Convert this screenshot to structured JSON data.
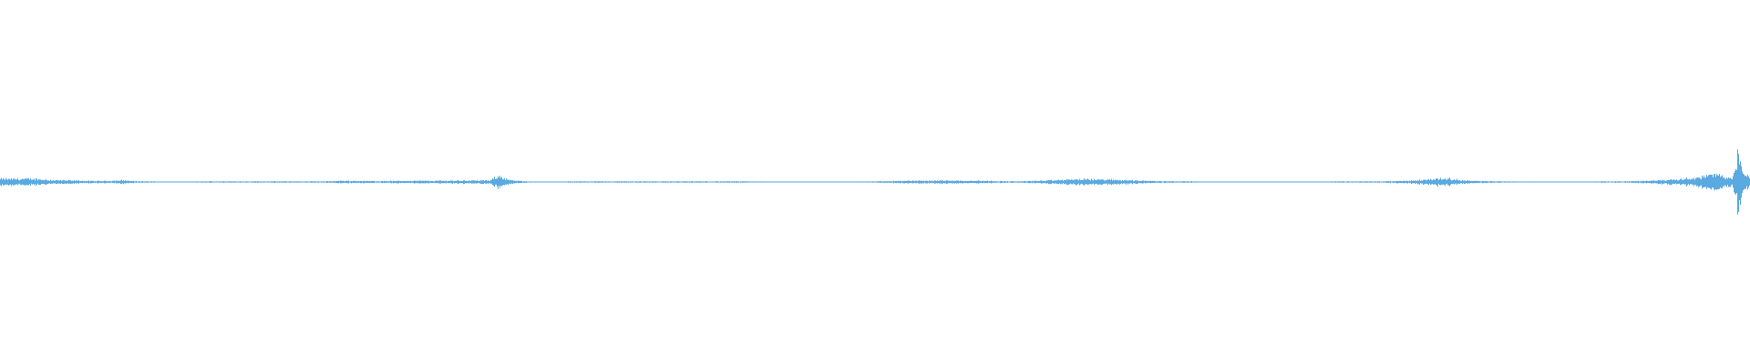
{
  "waveform": {
    "color": "#5aa9e0",
    "background": "#ffffff",
    "envelope": [
      [
        0.0,
        0.1
      ],
      [
        0.01,
        0.1
      ],
      [
        0.02,
        0.1
      ],
      [
        0.03,
        0.06
      ],
      [
        0.04,
        0.05
      ],
      [
        0.055,
        0.03
      ],
      [
        0.065,
        0.04
      ],
      [
        0.07,
        0.06
      ],
      [
        0.075,
        0.03
      ],
      [
        0.085,
        0.02
      ],
      [
        0.095,
        0.01
      ],
      [
        0.1,
        0.0
      ],
      [
        0.105,
        0.01
      ],
      [
        0.12,
        0.02
      ],
      [
        0.15,
        0.02
      ],
      [
        0.17,
        0.02
      ],
      [
        0.185,
        0.02
      ],
      [
        0.195,
        0.04
      ],
      [
        0.215,
        0.03
      ],
      [
        0.235,
        0.04
      ],
      [
        0.25,
        0.04
      ],
      [
        0.265,
        0.05
      ],
      [
        0.28,
        0.05
      ],
      [
        0.285,
        0.22
      ],
      [
        0.288,
        0.12
      ],
      [
        0.292,
        0.05
      ],
      [
        0.3,
        0.02
      ],
      [
        0.32,
        0.0
      ],
      [
        0.325,
        0.02
      ],
      [
        0.38,
        0.02
      ],
      [
        0.42,
        0.02
      ],
      [
        0.45,
        0.01
      ],
      [
        0.48,
        0.01
      ],
      [
        0.5,
        0.02
      ],
      [
        0.52,
        0.04
      ],
      [
        0.54,
        0.05
      ],
      [
        0.56,
        0.04
      ],
      [
        0.58,
        0.02
      ],
      [
        0.6,
        0.05
      ],
      [
        0.615,
        0.09
      ],
      [
        0.63,
        0.08
      ],
      [
        0.645,
        0.06
      ],
      [
        0.66,
        0.03
      ],
      [
        0.68,
        0.02
      ],
      [
        0.695,
        0.0
      ],
      [
        0.7,
        0.01
      ],
      [
        0.72,
        0.01
      ],
      [
        0.74,
        0.0
      ],
      [
        0.75,
        0.0
      ],
      [
        0.762,
        0.02
      ],
      [
        0.79,
        0.02
      ],
      [
        0.805,
        0.04
      ],
      [
        0.815,
        0.08
      ],
      [
        0.825,
        0.12
      ],
      [
        0.835,
        0.06
      ],
      [
        0.845,
        0.03
      ],
      [
        0.86,
        0.02
      ],
      [
        0.88,
        0.01
      ],
      [
        0.895,
        0.0
      ],
      [
        0.9,
        0.0
      ],
      [
        0.915,
        0.02
      ],
      [
        0.93,
        0.02
      ],
      [
        0.945,
        0.05
      ],
      [
        0.96,
        0.1
      ],
      [
        0.97,
        0.14
      ],
      [
        0.975,
        0.2
      ],
      [
        0.98,
        0.26
      ],
      [
        0.985,
        0.2
      ],
      [
        0.99,
        0.12
      ],
      [
        0.993,
        0.9
      ],
      [
        0.996,
        0.28
      ],
      [
        1.0,
        0.2
      ]
    ]
  }
}
